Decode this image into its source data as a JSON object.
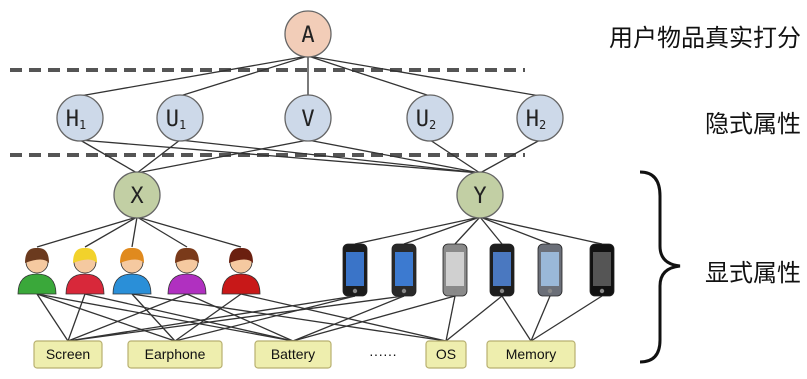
{
  "labels": {
    "top_level": "用户物品真实打分",
    "latent_level": "隐式属性",
    "explicit_level": "显式属性"
  },
  "nodes": {
    "rating": {
      "letter": "A",
      "sub": ""
    },
    "latent": [
      {
        "letter": "H",
        "sub": "1"
      },
      {
        "letter": "U",
        "sub": "1"
      },
      {
        "letter": "V",
        "sub": ""
      },
      {
        "letter": "U",
        "sub": "2"
      },
      {
        "letter": "H",
        "sub": "2"
      }
    ],
    "groups": [
      {
        "letter": "X"
      },
      {
        "letter": "Y"
      }
    ]
  },
  "users": [
    {
      "name": "user-1",
      "hair": "#6b3a1e",
      "shirt": "#3aa83a"
    },
    {
      "name": "user-2",
      "hair": "#f2d22b",
      "shirt": "#d8283a"
    },
    {
      "name": "user-3",
      "hair": "#e08a1e",
      "shirt": "#2a8fd8"
    },
    {
      "name": "user-4",
      "hair": "#7a3a1a",
      "shirt": "#b030c0"
    },
    {
      "name": "user-5",
      "hair": "#6b2010",
      "shirt": "#c81818"
    }
  ],
  "attributes": {
    "items": [
      "Screen",
      "Earphone",
      "Battery",
      "OS",
      "Memory"
    ],
    "ellipsis": "······"
  },
  "colors": {
    "rating_fill": "#f2cdb8",
    "latent_fill": "#cdd9e9",
    "group_fill": "#c2cfa4",
    "attr_fill": "#eeeeae",
    "attr_stroke": "#b8b070"
  }
}
